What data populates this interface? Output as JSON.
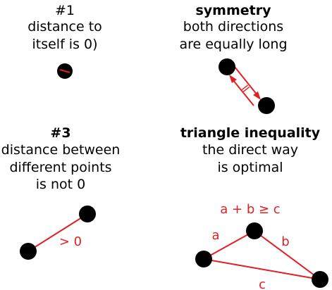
{
  "panels": {
    "identity": {
      "title": "#1",
      "line1": "distance to",
      "line2": "itself is 0)"
    },
    "symmetry": {
      "title": "symmetry",
      "line1": "both directions",
      "line2": "are equally long",
      "equal_sign": "="
    },
    "positivity": {
      "title": "#3",
      "line1": "distance between",
      "line2": "different points",
      "line3": "is not 0",
      "gt_label": "> 0"
    },
    "triangle": {
      "title": "triangle inequality",
      "line1": "the direct way",
      "line2": "is optimal",
      "formula": "a + b ≥ c",
      "label_a": "a",
      "label_b": "b",
      "label_c": "c"
    }
  },
  "colors": {
    "accent": "#e31e24",
    "point": "#000000",
    "text": "#000000"
  }
}
